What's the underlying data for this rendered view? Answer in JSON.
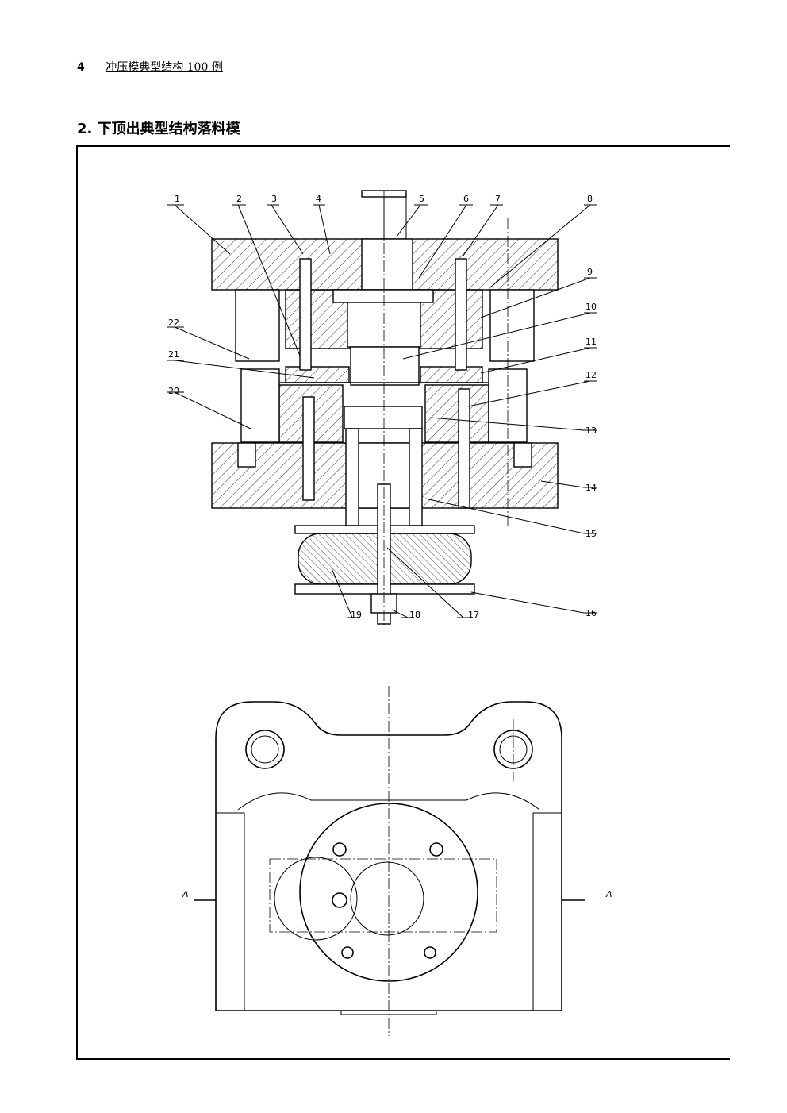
{
  "header": {
    "page_number": "4",
    "running_title": "冲压模典型结构 100 例"
  },
  "section": {
    "title": "2. 下顶出典型结构落料模"
  },
  "drawing": {
    "part_labels": [
      "1",
      "2",
      "3",
      "4",
      "5",
      "6",
      "7",
      "8",
      "9",
      "10",
      "11",
      "12",
      "13",
      "14",
      "15",
      "16",
      "17",
      "18",
      "19",
      "20",
      "21",
      "22"
    ],
    "section_mark": "A"
  }
}
